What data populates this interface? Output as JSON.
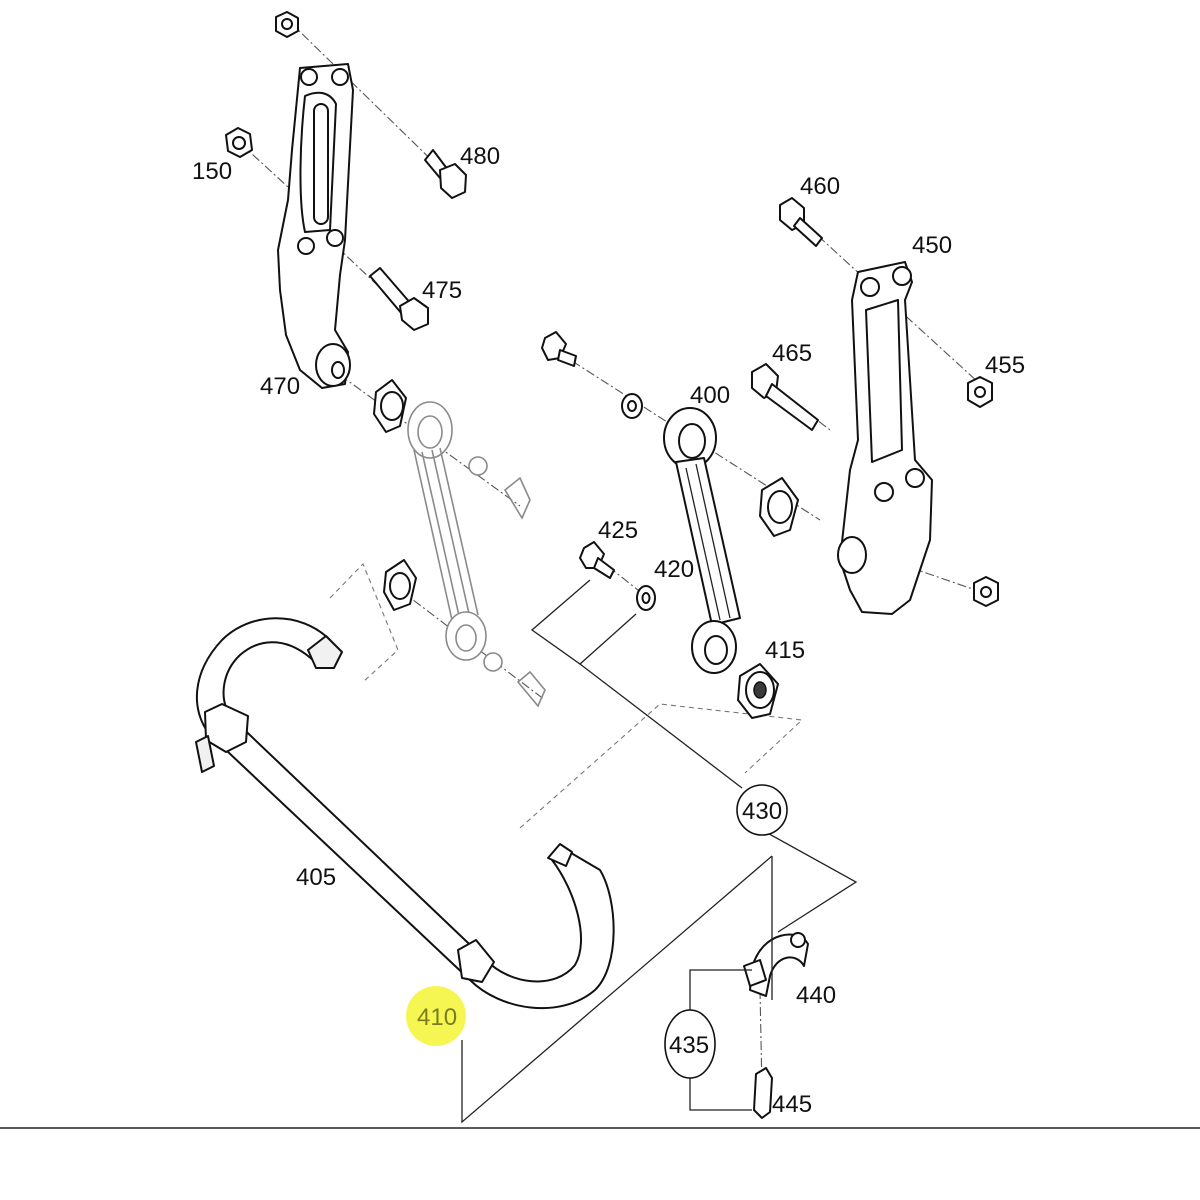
{
  "diagram": {
    "callouts": {
      "c150": "150",
      "c400": "400",
      "c405": "405",
      "c410": "410",
      "c415": "415",
      "c420": "420",
      "c425": "425",
      "c430": "430",
      "c435": "435",
      "c440": "440",
      "c445": "445",
      "c450": "450",
      "c455": "455",
      "c460": "460",
      "c465": "465",
      "c470": "470",
      "c475": "475",
      "c480": "480"
    },
    "highlighted_callout": "410",
    "colors": {
      "line": "#111111",
      "highlight": "#f5f535",
      "highlight_text": "#7c7c1e",
      "baseline": "#5a5a5a"
    }
  }
}
